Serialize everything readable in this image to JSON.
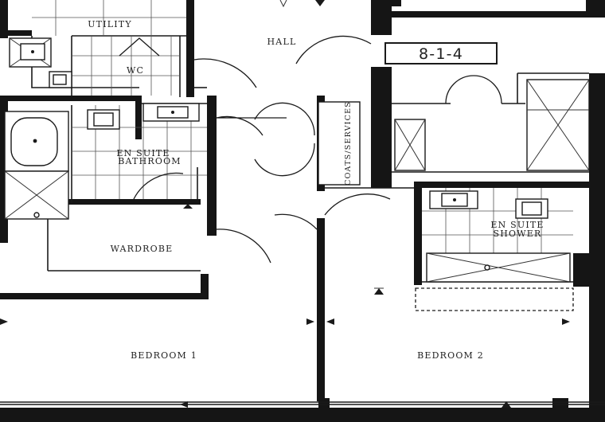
{
  "unit_number": "8-1-4",
  "rooms": {
    "utility": "Utility",
    "hall": "Hall",
    "wc": "WC",
    "en_suite_bathroom_line1": "En Suite",
    "en_suite_bathroom_line2": "Bathroom",
    "coats_services": "Coats/Services",
    "en_suite_shower_line1": "En Suite",
    "en_suite_shower_line2": "Shower",
    "wardrobe": "Wardrobe",
    "bedroom_1": "Bedroom 1",
    "bedroom_2": "Bedroom 2"
  }
}
